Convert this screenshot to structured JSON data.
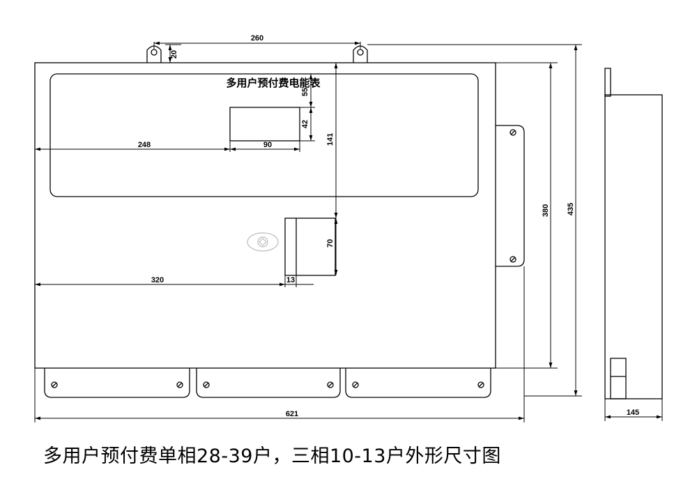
{
  "diagram": {
    "panel_title": "多用户预付费电能表",
    "caption": "多用户预付费单相28-39户，三相10-13户外形尺寸图",
    "dimensions": {
      "mount_hole_spacing": "260",
      "tab_height": "20",
      "window_top_offset": "55",
      "window_height": "42",
      "window_left_offset": "248",
      "window_width": "90",
      "vertical_offset_141": "141",
      "terminal_height": "70",
      "terminal_left_offset": "320",
      "terminal_width": "13",
      "inner_height": "380",
      "total_height": "435",
      "total_width": "621",
      "depth": "145"
    }
  }
}
